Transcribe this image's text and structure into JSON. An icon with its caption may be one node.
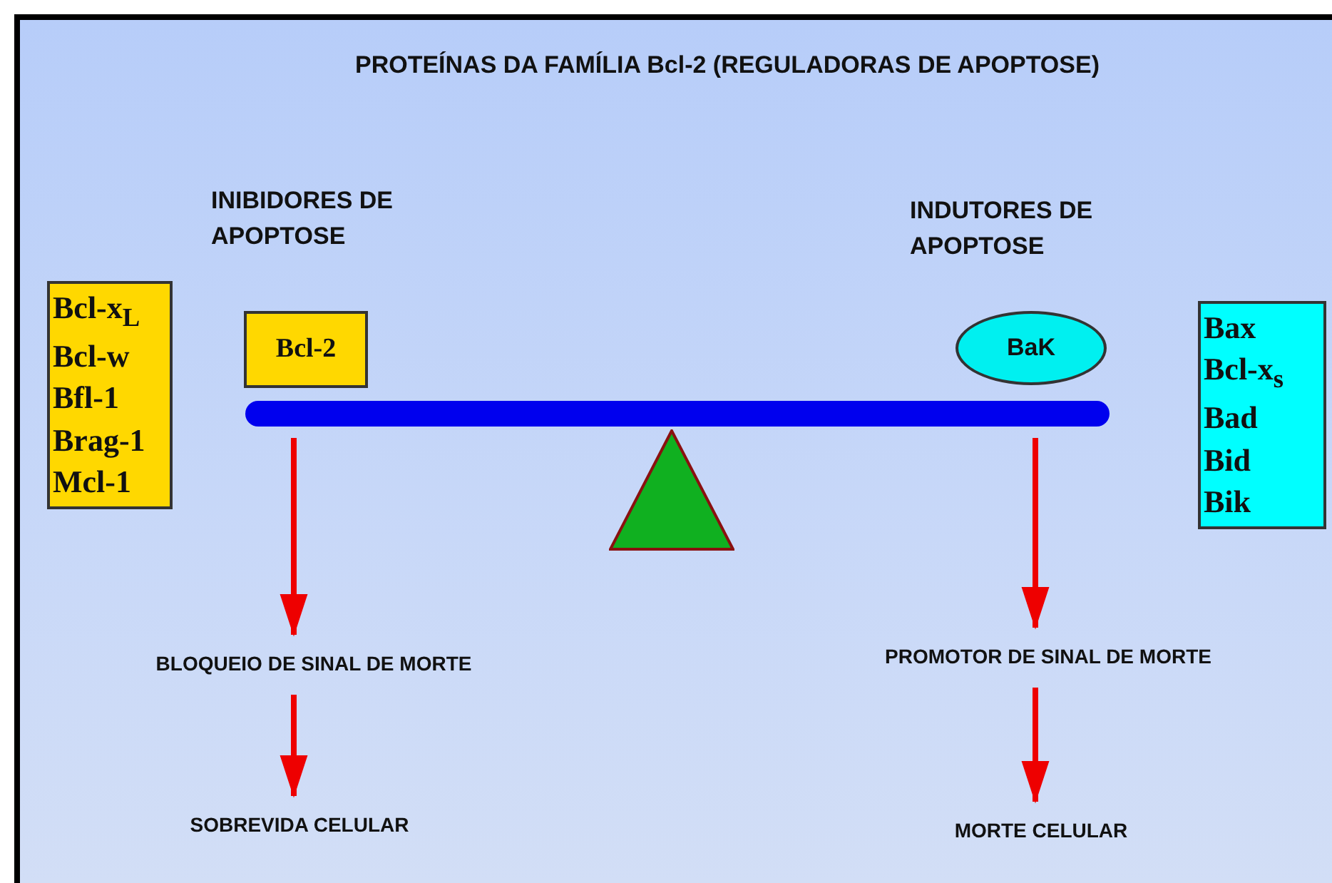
{
  "diagram": {
    "title": "PROTEÍNAS DA FAMÍLIA Bcl-2 (REGULADORAS DE APOPTOSE)",
    "nodes": [
      {
        "text": [
          "Bcl-x$_{L}$",
          "Bcl-w",
          "Bfl-1",
          "Brag-1",
          "Mcl-1"
        ]
      },
      {
        "text": [
          "Bcl-2"
        ]
      },
      {
        "text": [
          "BaK"
        ]
      },
      {
        "text": [
          "Bax",
          "Bcl-x$_{s}$",
          "Bad",
          "Bid",
          "Bik"
        ]
      },
      {
        "text": [],
        "shape": "bar"
      },
      {
        "text": [
          "BLOQUEIO DE SINAL DE MORTE"
        ]
      },
      {
        "text": [
          "SOBREVIDA CELULAR"
        ]
      },
      {
        "text": [
          "PROMOTOR DE SINAL DE MORTE"
        ]
      },
      {
        "text": [
          "MORTE CELULAR"
        ]
      },
      {
        "text": [],
        "shape": "triangle"
      }
    ],
    "edges": [
      {
        "from": 4,
        "to": 5,
        "arrow": "to"
      },
      {
        "from": 5,
        "to": 6,
        "arrow": "to"
      },
      {
        "from": 4,
        "to": 7,
        "arrow": "to"
      },
      {
        "from": 7,
        "to": 8,
        "arrow": "to"
      }
    ],
    "labels": [
      "INIBIDORES DE APOPTOSE",
      "INDUTORES DE APOPTOSE"
    ]
  }
}
